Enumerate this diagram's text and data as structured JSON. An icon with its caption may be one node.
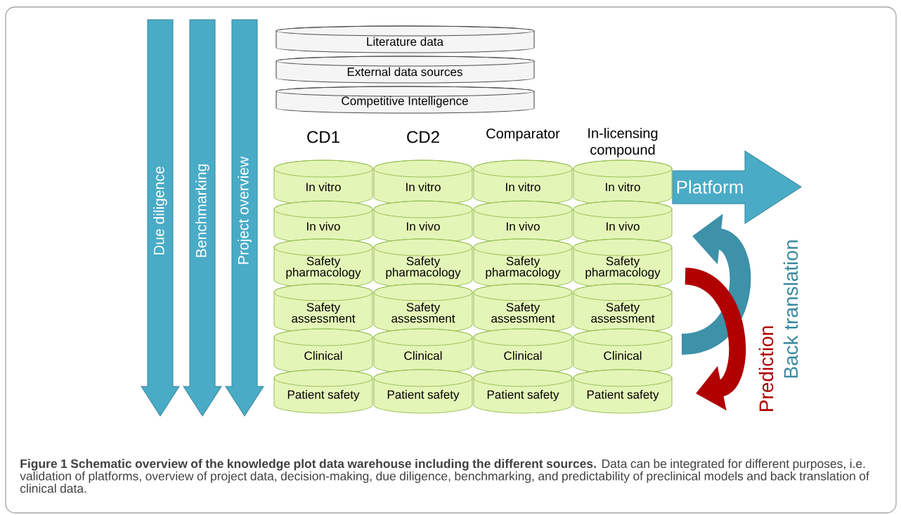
{
  "diagram": {
    "caption": "**Figure 1 Schematic overview of the knowledge plot data warehouse including the different sources.** Data can be integrated for different purposes, i.e. validation of platforms, overview of project data, decision-making, due diligence, benchmarking, and predictability of preclinical models and back translation of clinical data.",
    "nodes": [
      {
        "text": [
          "Due diligence"
        ]
      },
      {
        "text": [
          "Benchmarking"
        ]
      },
      {
        "text": [
          "Project overview"
        ]
      },
      {
        "text": [
          "Literature data"
        ]
      },
      {
        "text": [
          "External data sources"
        ]
      },
      {
        "text": [
          "Competitive Intelligence"
        ]
      },
      {
        "text": [
          "Platform"
        ]
      },
      {
        "text": [
          "In vitro"
        ]
      },
      {
        "text": [
          "In vivo"
        ]
      },
      {
        "text": [
          "Safety pharmacology"
        ]
      },
      {
        "text": [
          "Safety assessment"
        ]
      },
      {
        "text": [
          "Clinical"
        ]
      },
      {
        "text": [
          "Patient safety"
        ]
      },
      {
        "text": [
          "In vitro"
        ]
      },
      {
        "text": [
          "In vivo"
        ]
      },
      {
        "text": [
          "Safety pharmacology"
        ]
      },
      {
        "text": [
          "Safety assessment"
        ]
      },
      {
        "text": [
          "Clinical"
        ]
      },
      {
        "text": [
          "Patient safety"
        ]
      },
      {
        "text": [
          "In vitro"
        ]
      },
      {
        "text": [
          "In vivo"
        ]
      },
      {
        "text": [
          "Safety pharmacology"
        ]
      },
      {
        "text": [
          "Safety assessment"
        ]
      },
      {
        "text": [
          "Clinical"
        ]
      },
      {
        "text": [
          "Patient safety"
        ]
      },
      {
        "text": [
          "In vitro"
        ]
      },
      {
        "text": [
          "In vivo"
        ]
      },
      {
        "text": [
          "Safety pharmacology"
        ]
      },
      {
        "text": [
          "Safety assessment"
        ]
      },
      {
        "text": [
          "Clinical"
        ]
      },
      {
        "text": [
          "Patient safety"
        ]
      }
    ],
    "labels": [
      "CD1",
      "CD2",
      "Comparator",
      "In-licensing compound",
      "Back translation",
      "Prediction"
    ]
  }
}
